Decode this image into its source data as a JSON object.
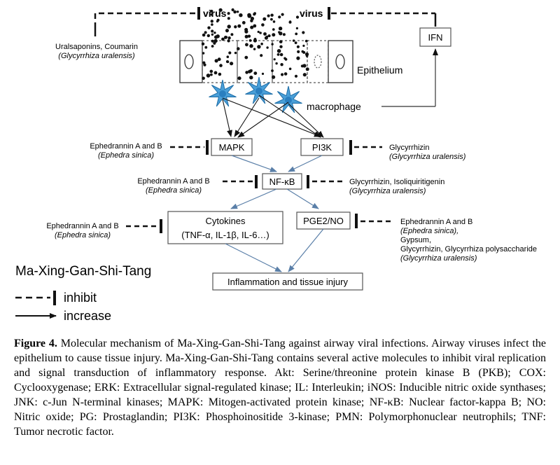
{
  "diagram": {
    "virus_left": "virus",
    "virus_right": "virus",
    "ifn": "IFN",
    "epithelium": "Epithelium",
    "macrophage": "macrophage",
    "uralsaponins": "Uralsaponins, Coumarin",
    "glycyrrhiza_1": "(Glycyrrhiza uralensis)",
    "mapk": "MAPK",
    "pi3k": "PI3K",
    "ephedrannin_mapk": "Ephedrannin A and B",
    "ephedra_mapk": "(Ephedra sinica)",
    "glycyrrhizin_pi3k": "Glycyrrhizin",
    "glycyrrhiza_pi3k": "(Glycyrrhiza uralensis)",
    "nfkb": "NF-κB",
    "ephedrannin_nfkb": "Ephedrannin A and B",
    "ephedra_nfkb": "(Ephedra sinica)",
    "glycyrrhizin_nfkb": "Glycyrrhizin, Isoliquiritigenin",
    "glycyrrhiza_nfkb": "(Glycyrrhiza uralensis)",
    "cytokines_1": "Cytokines",
    "cytokines_2": "(TNF-α, IL-1β, IL-6…)",
    "pge2no": "PGE2/NO",
    "ephedrannin_cyto": "Ephedrannin A and B",
    "ephedra_cyto": "(Ephedra sinica)",
    "pge_line1": "Ephedrannin A and B",
    "pge_line2": "(Ephedra sinica),",
    "pge_line3": "Gypsum,",
    "pge_line4": "Glycyrrhizin, Glycyrrhiza polysaccharide",
    "pge_line5": "(Glycyrrhiza uralensis)",
    "inflammation": "Inflammation and tissue injury",
    "title": "Ma-Xing-Gan-Shi-Tang",
    "legend_inhibit": "inhibit",
    "legend_increase": "increase"
  },
  "caption": {
    "label": "Figure 4.",
    "text": " Molecular mechanism of Ma-Xing-Gan-Shi-Tang against airway viral infections. Airway viruses infect the epithelium to cause tissue injury. Ma-Xing-Gan-Shi-Tang contains several active molecules to inhibit viral replication and signal transduction of inflammatory response. Akt: Serine/threonine protein kinase B (PKB); COX: Cyclooxygenase; ERK: Extracellular signal-regulated kinase; IL: Interleukin; iNOS: Inducible nitric oxide synthases; JNK: c-Jun N-terminal kinases; MAPK: Mitogen-activated protein kinase; NF-κB: Nuclear factor-kappa B; NO: Nitric oxide; PG: Prostaglandin; PI3K: Phosphoinositide 3-kinase; PMN: Polymorphonuclear neutrophils; TNF: Tumor necrotic factor."
  }
}
